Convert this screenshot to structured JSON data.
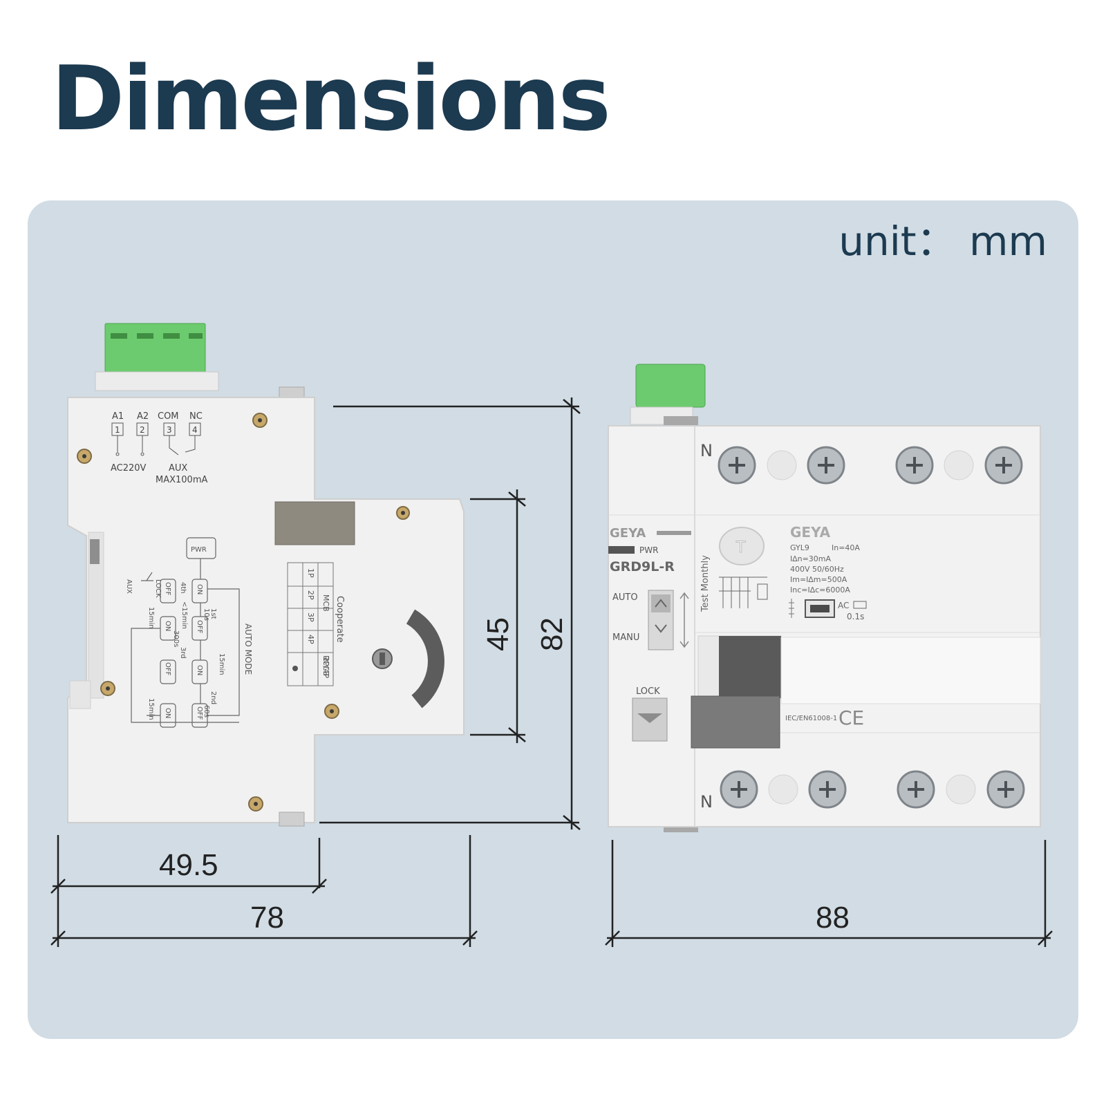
{
  "title": "Dimensions",
  "unit_label": "unit： mm",
  "colors": {
    "title_navy": "#1c3a50",
    "panel_bg": "#d1dce4",
    "terminal_green": "#6ccb6e",
    "device_white": "#f1f1f1"
  },
  "dimensions": {
    "width_module": "49.5",
    "depth_total": "78",
    "front_height": "45",
    "total_height": "82",
    "width_front": "88"
  },
  "side_device": {
    "terminals": [
      "A1",
      "A2",
      "COM",
      "NC"
    ],
    "terminal_numbers": [
      "1",
      "2",
      "3",
      "4"
    ],
    "supply_label": "AC220V",
    "aux_label": "AUX",
    "aux_rating": "MAX100mA",
    "mode_title": "AUTO MODE",
    "cooperate_title": "Cooperate",
    "cooperate_headers": [
      "MCB",
      "RCCB"
    ],
    "cooperate_rows": [
      "1P",
      "2P",
      "3P",
      "4P",
      "2P/4P"
    ],
    "flow": {
      "pwr": "PWR",
      "on": "ON",
      "off": "OFF",
      "lock": "LOCK",
      "aux": "AUX",
      "steps": [
        "1st",
        "2nd",
        "3rd",
        "4th"
      ],
      "delays": [
        "10s",
        "60s",
        "300s",
        "15min",
        "<15min"
      ]
    }
  },
  "front_device": {
    "brand": "GEYA",
    "model": "GRD9L-R",
    "pwr_label": "PWR",
    "auto_label": "AUTO",
    "manu_label": "MANU",
    "lock_label": "LOCK",
    "test_label": "Test Monthly",
    "test_button": "T",
    "pole_label_top": "N",
    "pole_label_bottom": "N",
    "rating_lines": [
      "GYL9",
      "In=40A",
      "I∆n=30mA",
      "400V  50/60Hz",
      "Im=I∆m=500A",
      "Inc=I∆c=6000A"
    ],
    "type_label": "AC",
    "trip_time": "0.1s",
    "standard": "IEC/EN61008-1",
    "mark": "CE"
  }
}
